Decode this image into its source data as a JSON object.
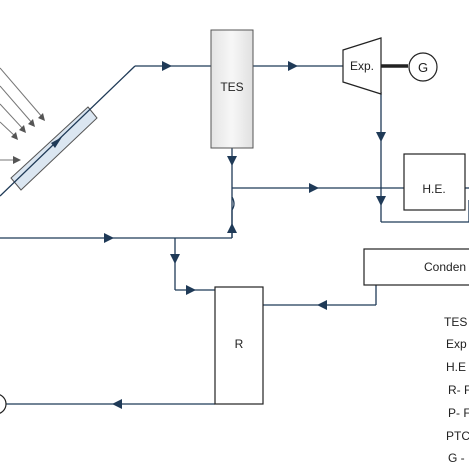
{
  "blocks": {
    "tes": "TES",
    "expander": "Exp.",
    "generator": "G",
    "heat_exchanger": "H.E.",
    "condenser": "Conden",
    "receiver": "R"
  },
  "legend": [
    "TES",
    "Exp",
    "H.E",
    "R- F",
    "P- F",
    "PTC",
    "G -"
  ],
  "colors": {
    "line": "#1f3a57",
    "box_stroke": "#333333",
    "tes_fill": "#eeeeee",
    "collector_fill": "#dbe6f1"
  }
}
